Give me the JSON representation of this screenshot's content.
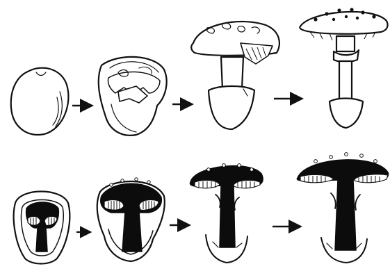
{
  "figure": {
    "rows": [
      {
        "name": "exterior",
        "stages": [
          "egg",
          "universal-veil-splitting",
          "cap-expanding",
          "mature"
        ]
      },
      {
        "name": "cross-section",
        "stages": [
          "egg-section",
          "emerging-section",
          "expanding-section",
          "mature-section"
        ]
      }
    ],
    "colors": {
      "ink": "#111111",
      "fill": "#ffffff",
      "solid": "#0c0c0c"
    }
  }
}
